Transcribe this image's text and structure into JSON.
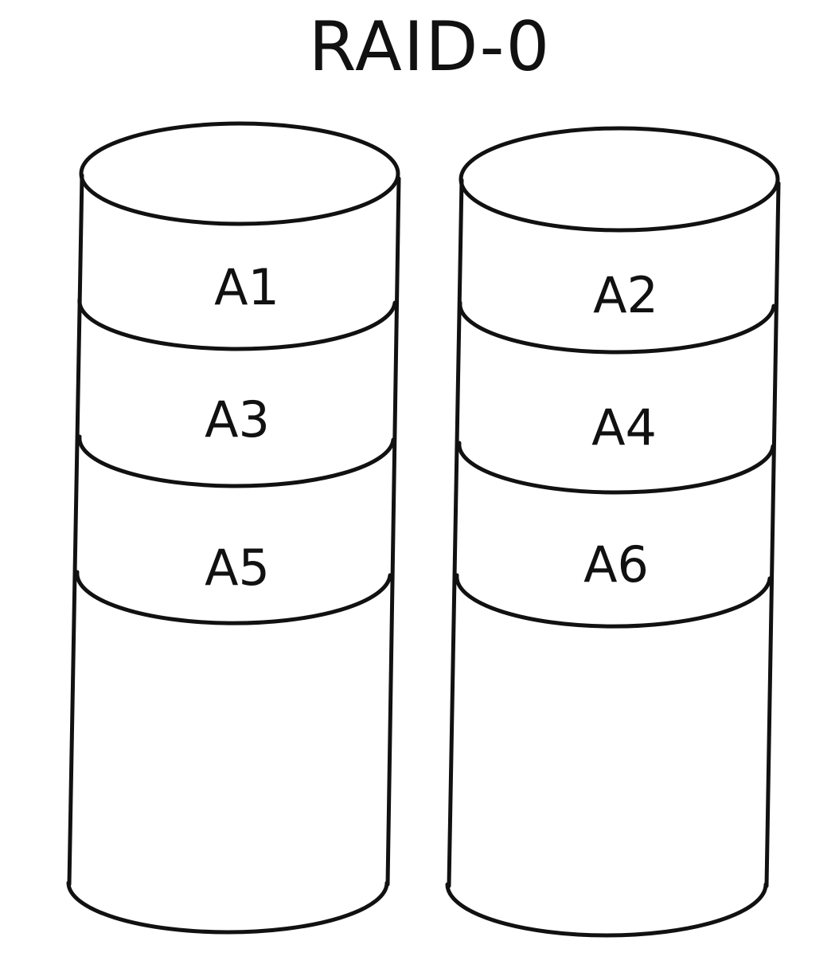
{
  "title": "RAID-0",
  "disks": [
    {
      "blocks": [
        "A1",
        "A3",
        "A5"
      ]
    },
    {
      "blocks": [
        "A2",
        "A4",
        "A6"
      ]
    }
  ],
  "colors": {
    "ink": "#111111",
    "background": "#ffffff"
  }
}
